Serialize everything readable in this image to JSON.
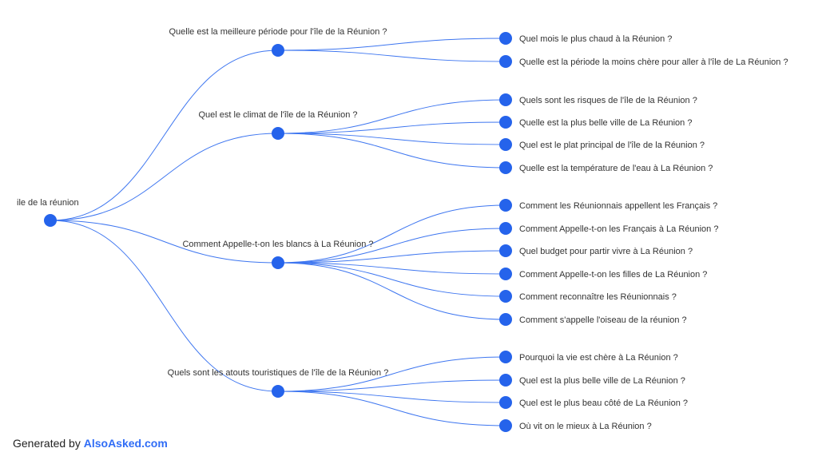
{
  "colors": {
    "link": "#3e76f0",
    "node": "#2563eb",
    "brand": "#2f6cf6",
    "label": "#333333"
  },
  "tree": {
    "label": "ile de la réunion",
    "children": [
      {
        "label": "Quelle est la meilleure période pour l'île de la Réunion ?",
        "children": [
          {
            "label": "Quel mois le plus chaud à la Réunion ?"
          },
          {
            "label": "Quelle est la période la moins chère pour aller à l'île de La Réunion ?"
          }
        ]
      },
      {
        "label": "Quel est le climat de l'île de la Réunion ?",
        "children": [
          {
            "label": "Quels sont les risques de l'île de la Réunion ?"
          },
          {
            "label": "Quelle est la plus belle ville de La Réunion ?"
          },
          {
            "label": "Quel est le plat principal de l'île de la Réunion ?"
          },
          {
            "label": "Quelle est la température de l'eau à La Réunion ?"
          }
        ]
      },
      {
        "label": "Comment Appelle-t-on les blancs à La Réunion ?",
        "children": [
          {
            "label": "Comment les Réunionnais appellent les Français ?"
          },
          {
            "label": "Comment Appelle-t-on les Français à La Réunion ?"
          },
          {
            "label": "Quel budget pour partir vivre à La Réunion ?"
          },
          {
            "label": "Comment Appelle-t-on les filles de La Réunion ?"
          },
          {
            "label": "Comment reconnaître les Réunionnais ?"
          },
          {
            "label": "Comment s'appelle l'oiseau de la réunion ?"
          }
        ]
      },
      {
        "label": "Quels sont les atouts touristiques de l'île de la Réunion ?",
        "children": [
          {
            "label": "Pourquoi la vie est chère à La Réunion ?"
          },
          {
            "label": "Quel est la plus belle ville de La Réunion ?"
          },
          {
            "label": "Quel est le plus beau côté de La Réunion ?"
          },
          {
            "label": "Où vit on le mieux à La Réunion ?"
          }
        ]
      }
    ]
  },
  "footer": {
    "prefix": "Generated by",
    "brand": "AlsoAsked.com"
  }
}
